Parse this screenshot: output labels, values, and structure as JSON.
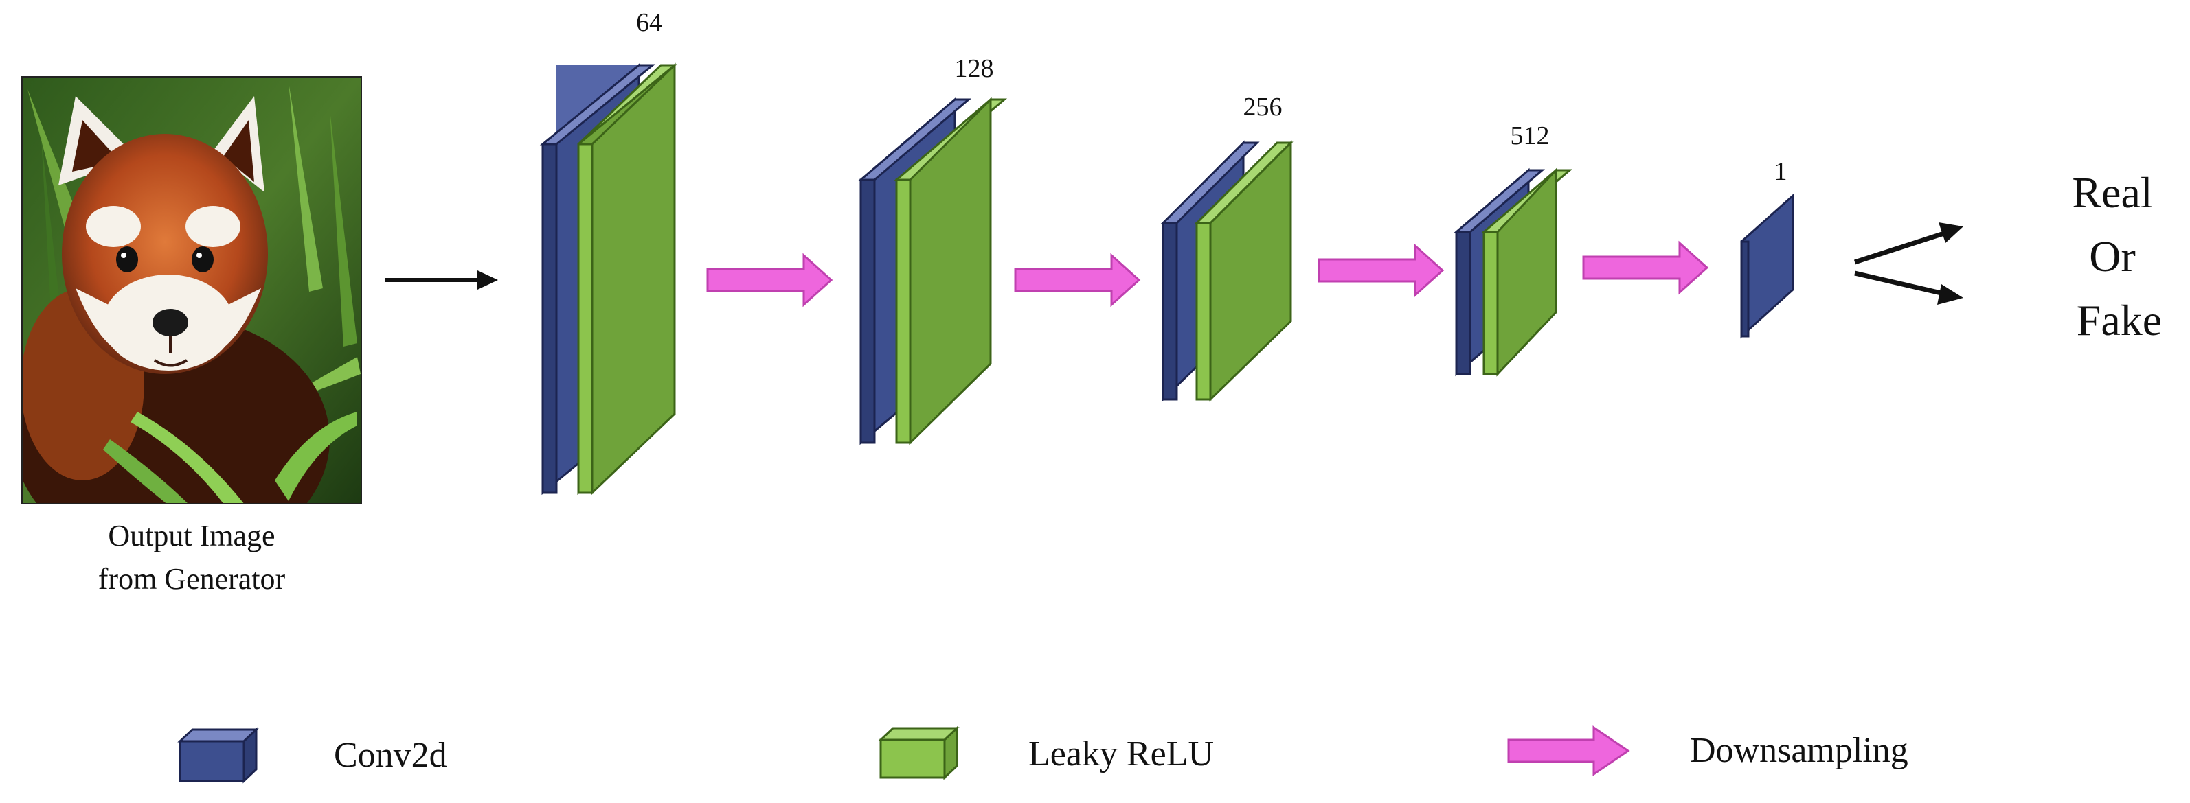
{
  "input": {
    "caption_line1": "Output Image",
    "caption_line2": "from Generator",
    "image_subject": "red panda among green leaves"
  },
  "layers": [
    {
      "channels": "64",
      "has_activation": true
    },
    {
      "channels": "128",
      "has_activation": true
    },
    {
      "channels": "256",
      "has_activation": true
    },
    {
      "channels": "512",
      "has_activation": true
    },
    {
      "channels": "1",
      "has_activation": false
    }
  ],
  "output": {
    "line1": "Real",
    "line2": "Or",
    "line3": "Fake"
  },
  "legend": {
    "conv_label": "Conv2d",
    "activation_label": "Leaky ReLU",
    "downsample_label": "Downsampling"
  },
  "colors": {
    "conv_front": "#3d4f8f",
    "conv_side": "#5566a8",
    "conv_top": "#7a88c4",
    "relu_front": "#6fa33a",
    "relu_side": "#8cc44d",
    "relu_top": "#a8d872",
    "arrow": "#ee66dd",
    "arrow_stroke": "#c040b0"
  }
}
